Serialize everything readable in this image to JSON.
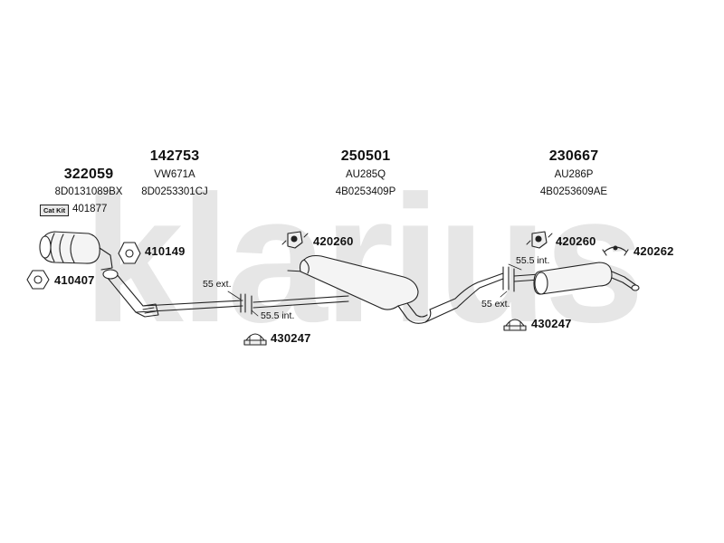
{
  "brand": {
    "watermark_text": "klarius"
  },
  "parts": {
    "cat": {
      "number": "322059",
      "oem": "8D0131089BX",
      "cat_kit_label": "Cat Kit",
      "cat_kit_number": "401877"
    },
    "front_pipe": {
      "number": "142753",
      "code": "VW671A",
      "oem": "8D0253301CJ"
    },
    "middle_box": {
      "number": "250501",
      "code": "AU285Q",
      "oem": "4B0253409P"
    },
    "rear_box": {
      "number": "230667",
      "code": "AU286P",
      "oem": "4B0253609AE"
    }
  },
  "fittings": {
    "gasket_410149": "410149",
    "gasket_410407": "410407",
    "rubber_420260_a": "420260",
    "rubber_420260_b": "420260",
    "hanger_420262": "420262",
    "clamp_430247_a": "430247",
    "clamp_430247_b": "430247"
  },
  "joints": {
    "joint1_ext": "55 ext.",
    "joint1_int": "55.5 int.",
    "joint2_int": "55.5 int.",
    "joint2_ext": "55 ext."
  }
}
